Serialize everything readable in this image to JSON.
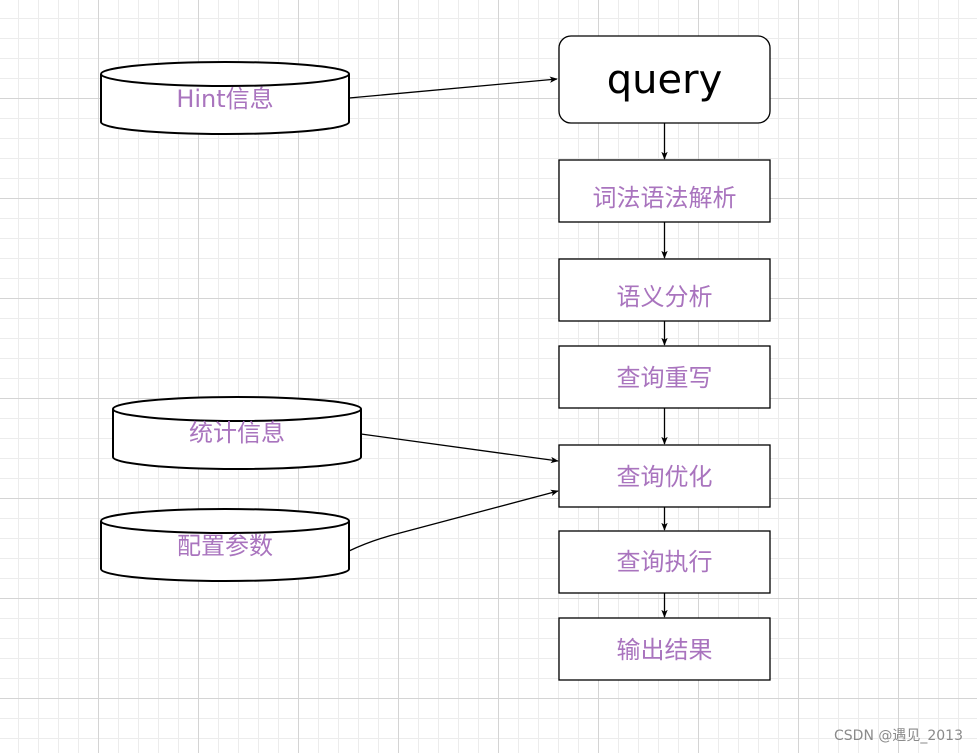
{
  "colors": {
    "text_accent": "#a974be",
    "stroke": "#000000",
    "fill": "#ffffff",
    "watermark": "#8a8a8a"
  },
  "diagram": {
    "query_label": "query",
    "steps": [
      "词法语法解析",
      "语义分析",
      "查询重写",
      "查询优化",
      "查询执行",
      "输出结果"
    ],
    "stores": {
      "hint": "Hint信息",
      "stats": "统计信息",
      "config": "配置参数"
    }
  },
  "watermark": "CSDN @遇见_2013"
}
